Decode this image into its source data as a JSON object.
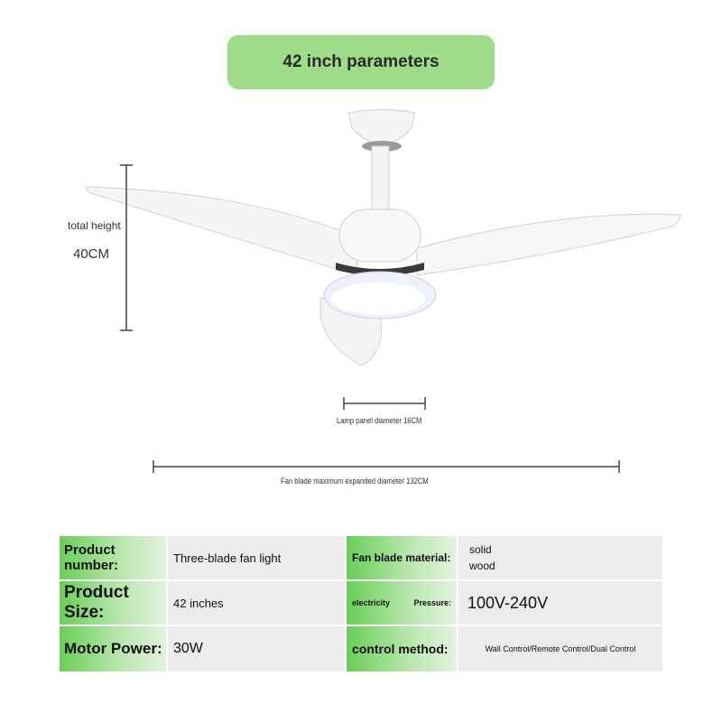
{
  "title": "42 inch parameters",
  "dimensions": {
    "height_label": "total height",
    "height_value": "40CM",
    "lamp_label": "Lamp panel diameter 16CM",
    "blade_label": "Fan blade maximum expanded diameter 132CM"
  },
  "specs": {
    "product_number_label": "Product number:",
    "product_number_value": "Three-blade fan light",
    "blade_material_label": "Fan blade material:",
    "blade_material_value_line1": "solid",
    "blade_material_value_line2": "wood",
    "product_size_label": "Product Size:",
    "product_size_value": "42 inches",
    "electricity_label": "electricity",
    "pressure_label": "Pressure:",
    "voltage_value": "100V-240V",
    "motor_power_label": "Motor Power:",
    "motor_power_value": "30W",
    "control_method_label": "control method:",
    "control_method_value": "Wall Control/Remote Control/Dual Control"
  }
}
